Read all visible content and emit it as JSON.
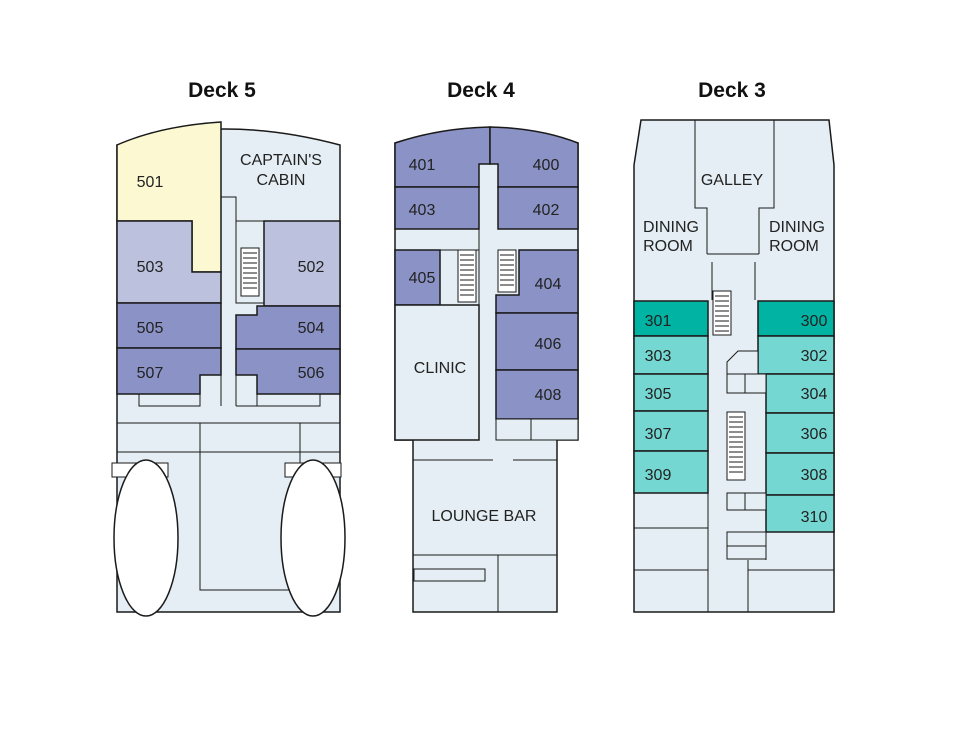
{
  "colors": {
    "floor": "#e4eef4",
    "cabin_yellow": "#fbf8d2",
    "cabin_lavender": "#bcc1de",
    "cabin_indigo": "#8b93c6",
    "cabin_teal": "#00b3a3",
    "cabin_turquoise": "#75d7d2",
    "wall": "#1a1a1a",
    "lifeboat": "#ffffff"
  },
  "decks": [
    {
      "title": "Deck 5",
      "labels": [
        "CAPTAIN'S",
        "CABIN"
      ],
      "rooms": [
        "501",
        "503",
        "505",
        "507",
        "502",
        "504",
        "506"
      ]
    },
    {
      "title": "Deck 4",
      "labels": [
        "CLINIC",
        "LOUNGE BAR"
      ],
      "rooms": [
        "401",
        "400",
        "403",
        "402",
        "405",
        "404",
        "406",
        "408"
      ]
    },
    {
      "title": "Deck 3",
      "labels": [
        "GALLEY",
        "DINING",
        "ROOM",
        "DINING",
        "ROOM"
      ],
      "rooms": [
        "301",
        "300",
        "303",
        "302",
        "305",
        "304",
        "307",
        "306",
        "309",
        "308",
        "310"
      ]
    }
  ]
}
